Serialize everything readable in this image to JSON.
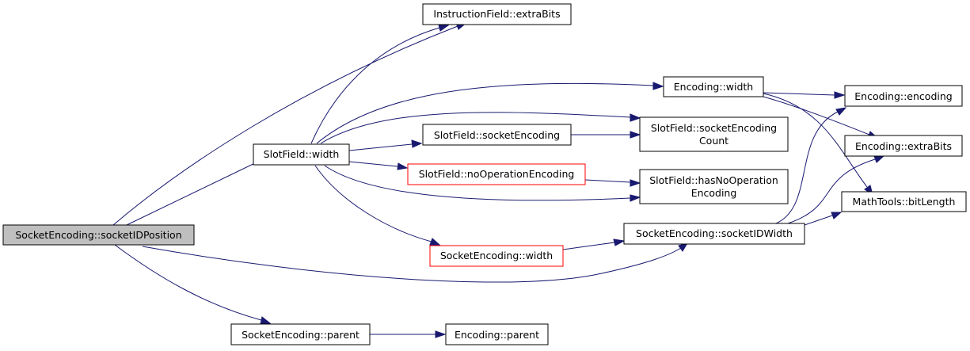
{
  "graph": {
    "colors": {
      "edge": "#191970",
      "node_border": "#000000",
      "node_border_truncated": "#ff0000",
      "root_fill": "#bfbfbf",
      "node_fill": "#ffffff",
      "background": "#ffffff"
    },
    "nodes": {
      "root": {
        "label": "SocketEncoding::socketIDPosition",
        "kind": "root"
      },
      "instr_extrabits": {
        "label": "InstructionField::extraBits",
        "kind": "normal"
      },
      "enc_width": {
        "label": "Encoding::width",
        "kind": "normal"
      },
      "enc_encoding": {
        "label": "Encoding::encoding",
        "kind": "normal"
      },
      "slot_width": {
        "label": "SlotField::width",
        "kind": "normal"
      },
      "slot_socketenc": {
        "label": "SlotField::socketEncoding",
        "kind": "normal"
      },
      "slot_sockenccount_l1": {
        "label": "SlotField::socketEncoding",
        "kind": "normal"
      },
      "slot_sockenccount_l2": {
        "label": "Count",
        "kind": "normal"
      },
      "enc_extrabits": {
        "label": "Encoding::extraBits",
        "kind": "normal"
      },
      "slot_noop": {
        "label": "SlotField::noOperationEncoding",
        "kind": "truncated"
      },
      "slot_hasnoop_l1": {
        "label": "SlotField::hasNoOperation",
        "kind": "normal"
      },
      "slot_hasnoop_l2": {
        "label": "Encoding",
        "kind": "normal"
      },
      "mathtools_bitlength": {
        "label": "MathTools::bitLength",
        "kind": "normal"
      },
      "sock_idwidth": {
        "label": "SocketEncoding::socketIDWidth",
        "kind": "normal"
      },
      "sock_width": {
        "label": "SocketEncoding::width",
        "kind": "truncated"
      },
      "sock_parent": {
        "label": "SocketEncoding::parent",
        "kind": "normal"
      },
      "enc_parent": {
        "label": "Encoding::parent",
        "kind": "normal"
      }
    }
  }
}
